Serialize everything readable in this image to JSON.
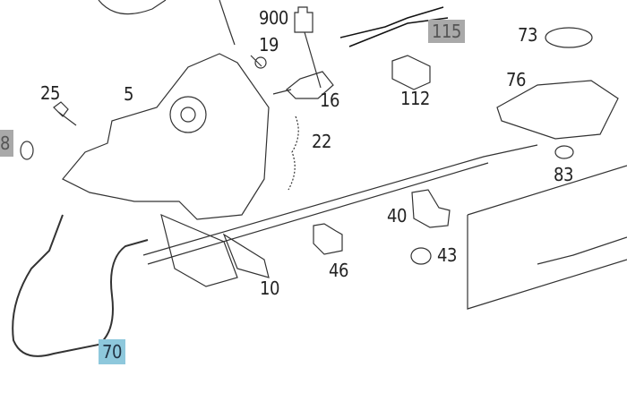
{
  "diagram": {
    "highlight_colors": {
      "selected": "#8ec8dc",
      "related": "#a9a9a9"
    },
    "parts": [
      {
        "id": "p900",
        "label": "900"
      },
      {
        "id": "p19",
        "label": "19"
      },
      {
        "id": "p115",
        "label": "115",
        "highlight": "related"
      },
      {
        "id": "p73",
        "label": "73"
      },
      {
        "id": "p25",
        "label": "25"
      },
      {
        "id": "p5",
        "label": "5"
      },
      {
        "id": "p16",
        "label": "16"
      },
      {
        "id": "p112",
        "label": "112"
      },
      {
        "id": "p76",
        "label": "76"
      },
      {
        "id": "p8",
        "label": "8",
        "highlight": "related"
      },
      {
        "id": "p22",
        "label": "22"
      },
      {
        "id": "p83",
        "label": "83"
      },
      {
        "id": "p40",
        "label": "40"
      },
      {
        "id": "p43",
        "label": "43"
      },
      {
        "id": "p46",
        "label": "46"
      },
      {
        "id": "p10",
        "label": "10"
      },
      {
        "id": "p70",
        "label": "70",
        "highlight": "selected"
      }
    ]
  }
}
